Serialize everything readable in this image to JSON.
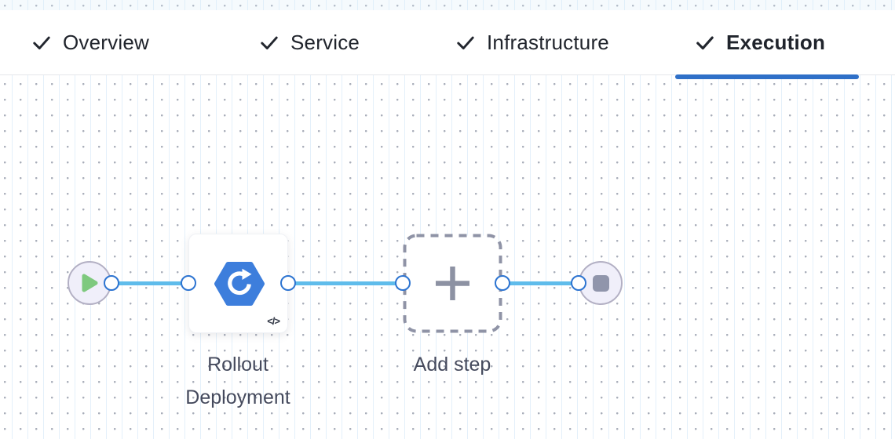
{
  "wizard_tabs": {
    "items": [
      {
        "label": "Overview",
        "completed": true,
        "active": false
      },
      {
        "label": "Service",
        "completed": true,
        "active": false
      },
      {
        "label": "Infrastructure",
        "completed": true,
        "active": false
      },
      {
        "label": "Execution",
        "completed": true,
        "active": true
      }
    ],
    "active_tab": "Execution",
    "active_underline_color": "#2f70c8",
    "check_color": "#22262e"
  },
  "pipeline_canvas": {
    "start_node": {
      "icon": "play-icon",
      "color": "#7ec97e"
    },
    "steps": [
      {
        "id": "rollout-deployment",
        "label": "Rollout Deployment",
        "icon": "k8s-rolling-update-icon",
        "icon_color": "#3d7edc",
        "code_badge": "</>"
      },
      {
        "id": "add-step",
        "label": "Add step",
        "icon": "plus-icon"
      }
    ],
    "end_node": {
      "icon": "stop-icon",
      "color": "#9095ab"
    },
    "edge_color": "#5fbceb",
    "port_color": "#2d74d1"
  }
}
